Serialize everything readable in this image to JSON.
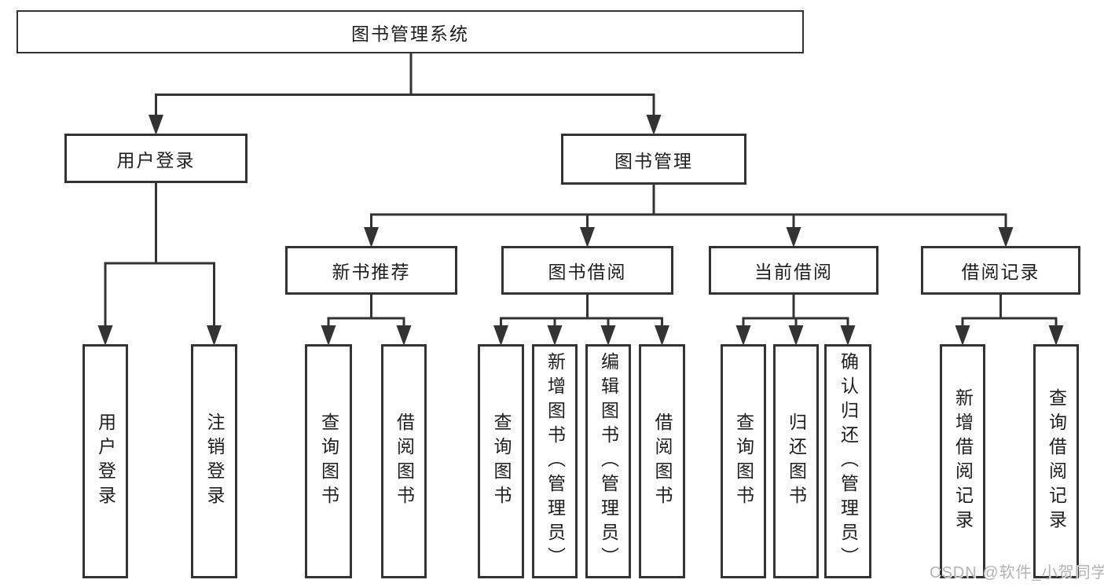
{
  "title": "图书管理系统",
  "nodes": {
    "root": "图书管理系统",
    "user_login": "用户登录",
    "book_mgmt": "图书管理",
    "new_book_rec": "新书推荐",
    "book_borrow": "图书借阅",
    "current_borrow": "当前借阅",
    "borrow_record": "借阅记录",
    "user_login_children": [
      "用户登录",
      "注销登录"
    ],
    "new_book_rec_children": [
      "查询图书",
      "借阅图书"
    ],
    "book_borrow_children": [
      "查询图书",
      "新增图书（管理员）",
      "编辑图书（管理员）",
      "借阅图书"
    ],
    "current_borrow_children": [
      "查询图书",
      "归还图书",
      "确认归还（管理员）"
    ],
    "borrow_record_children": [
      "新增借阅记录",
      "查询借阅记录"
    ]
  },
  "watermark": "CSDN @软件_小贺同学",
  "colors": {
    "line": "#333333",
    "box_border": "#333333",
    "box_background": "#ffffff",
    "text": "#1e1e1e",
    "watermark": "#b3b3b3",
    "page_background": "#ffffff"
  }
}
